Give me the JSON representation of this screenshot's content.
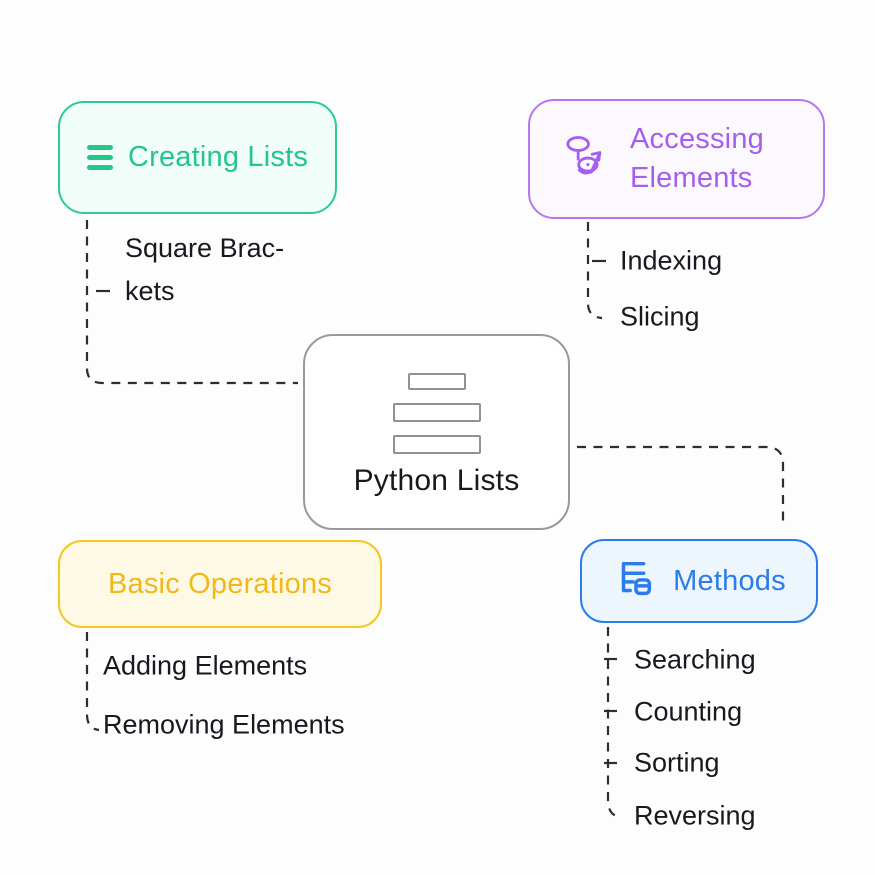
{
  "diagram": {
    "center": {
      "label": "Python Lists",
      "icon": "stacked-list-icon",
      "border_color": "#999999",
      "bg_color": "#ffffff"
    },
    "connector_color": "#2e2e2e",
    "item_text_color": "#17191f",
    "branches": [
      {
        "title": "Creating Lists",
        "icon": "list-lines-icon",
        "accent_color": "#25c58b",
        "border_color": "#2fcb8e",
        "bg_color": "#f1fdf8",
        "items": [
          {
            "lines": [
              "Square Brac-",
              "kets"
            ]
          }
        ]
      },
      {
        "title": "Accessing Elements",
        "icon": "select-point-icon",
        "accent_color": "#a55ef0",
        "border_color": "#b578ec",
        "bg_color": "#fbf8fe",
        "items": [
          {
            "label": "Indexing"
          },
          {
            "label": "Slicing"
          }
        ]
      },
      {
        "title": "Basic Operations",
        "icon": "none",
        "accent_color": "#f0b81c",
        "border_color": "#f4c61e",
        "bg_color": "#fdf9e4",
        "items": [
          {
            "label": "Adding Elements"
          },
          {
            "label": "Removing Elements"
          }
        ]
      },
      {
        "title": "Methods",
        "icon": "list-lock-icon",
        "accent_color": "#2b7ce9",
        "border_color": "#2b7ce9",
        "bg_color": "#edf5fd",
        "items": [
          {
            "label": "Searching"
          },
          {
            "label": "Counting"
          },
          {
            "label": "Sorting"
          },
          {
            "label": "Reversing"
          }
        ]
      }
    ]
  }
}
